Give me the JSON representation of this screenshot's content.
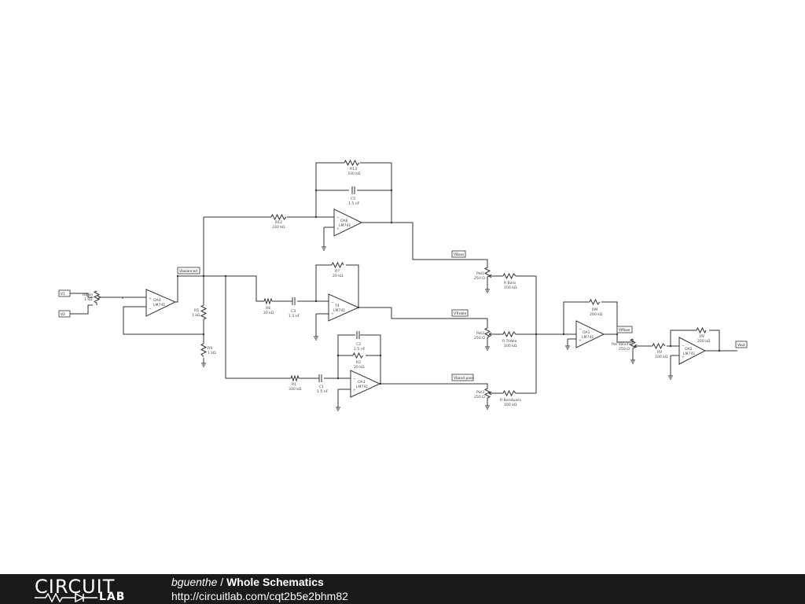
{
  "components": {
    "rgain": {
      "name": "Rgain",
      "value": "1 kΩ"
    },
    "r5": {
      "name": "R5",
      "value": "1 kΩ"
    },
    "r9": {
      "name": "R9",
      "value": "1 kΩ"
    },
    "r12": {
      "name": "R12",
      "value": "330 kΩ"
    },
    "r13": {
      "name": "R13",
      "value": "330 kΩ"
    },
    "c5": {
      "name": "C5",
      "value": "1.5 nF"
    },
    "r6": {
      "name": "R6",
      "value": "20 kΩ"
    },
    "c3": {
      "name": "C3",
      "value": "1.5 nF"
    },
    "r7": {
      "name": "R7",
      "value": "20 kΩ"
    },
    "r1": {
      "name": "R1",
      "value": "330 kΩ"
    },
    "c1": {
      "name": "C1",
      "value": "1.5 nF"
    },
    "c2": {
      "name": "C2",
      "value": "1.5 nF"
    },
    "r2": {
      "name": "R2",
      "value": "20 kΩ"
    },
    "pot1": {
      "name": "Pot1",
      "value": "250 Ω"
    },
    "pot2": {
      "name": "Pot2",
      "value": "250 Ω"
    },
    "pot3": {
      "name": "Pot3",
      "value": "250 Ω"
    },
    "rbass": {
      "name": "R Bass",
      "value": "100 kΩ"
    },
    "rtreble": {
      "name": "R Treble",
      "value": "100 kΩ"
    },
    "rbandpass": {
      "name": "R Bandpass",
      "value": "100 kΩ"
    },
    "rm": {
      "name": "RM",
      "value": "200 kΩ"
    },
    "potvolume": {
      "name": "Pot Volume",
      "value": "250 Ω"
    },
    "rv": {
      "name": "RV",
      "value": "100 kΩ"
    },
    "rv2": {
      "name": "RV",
      "value": "200 kΩ"
    }
  },
  "opamps": {
    "oa4": {
      "name": "OA4",
      "part": "LM741"
    },
    "oa6": {
      "name": "OA6",
      "part": "LM741"
    },
    "t4": {
      "name": "T4",
      "part": "LM741"
    },
    "oa3": {
      "name": "OA3",
      "part": "LM741"
    },
    "oa1": {
      "name": "OA1",
      "part": "LM741"
    },
    "oa2": {
      "name": "OA2",
      "part": "LM741"
    }
  },
  "nets": {
    "v1": "V1",
    "v2": "V2",
    "vbalanced": "Vbalanced",
    "vbass": "VBass",
    "vtreble": "VTreble",
    "vbandpass": "Vband pass",
    "vmixer": "VMixer",
    "vout": "Vout"
  },
  "footer": {
    "logo_word1": "CIRCUIT",
    "logo_word2": "LAB",
    "user": "bguenthe",
    "separator": " / ",
    "title": "Whole Schematics",
    "url": "http://circuitlab.com/cqt2b5e2bhm82"
  },
  "colors": {
    "footer_bg": "#1a1a1a",
    "wire": "#333333"
  }
}
